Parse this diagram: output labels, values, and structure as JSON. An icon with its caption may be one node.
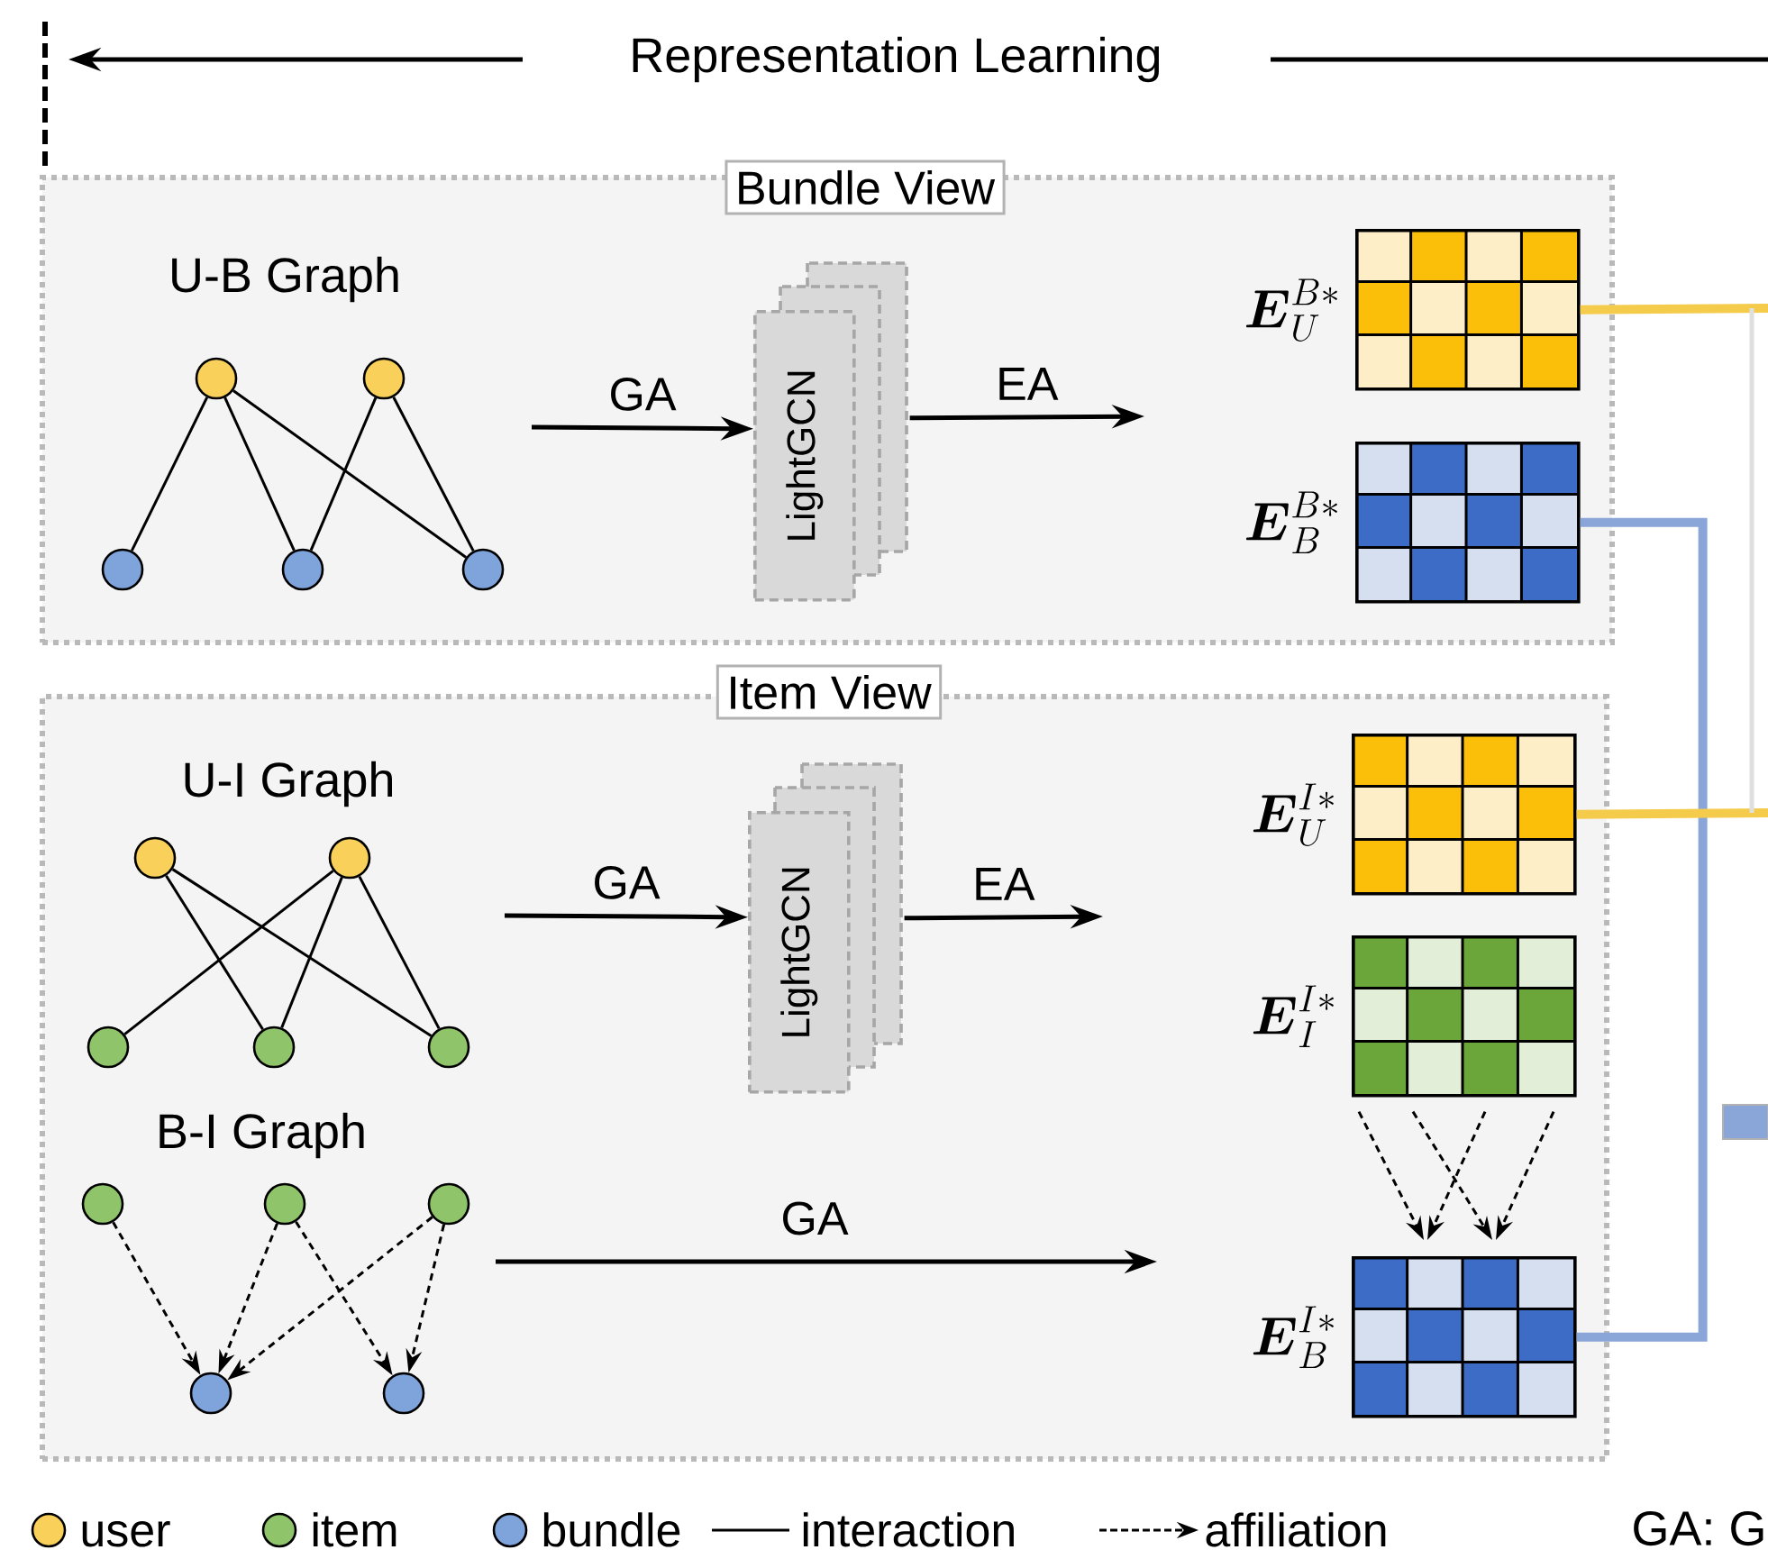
{
  "diagram": {
    "nodes": [
      {
        "text": [
          "Bundle View"
        ]
      },
      {
        "text": [],
        "shape": "circle",
        "in": 0
      },
      {
        "text": [],
        "shape": "circle",
        "in": 0
      },
      {
        "text": [],
        "shape": "circle",
        "in": 0
      },
      {
        "text": [],
        "shape": "circle",
        "in": 0
      },
      {
        "text": [],
        "shape": "circle",
        "in": 0
      },
      {
        "text": [
          "LightGCN"
        ],
        "in": 0
      },
      {
        "text": [],
        "shape": "box",
        "in": 0,
        "beside": [
          "\\boldsymbol{E}_{U}^{B*}"
        ]
      },
      {
        "text": [],
        "shape": "box",
        "in": 0,
        "beside": [
          "\\boldsymbol{E}_{B}^{B*}"
        ]
      },
      {
        "text": [
          "Item View"
        ]
      },
      {
        "text": [],
        "shape": "circle",
        "in": 9
      },
      {
        "text": [],
        "shape": "circle",
        "in": 9
      },
      {
        "text": [],
        "shape": "circle",
        "in": 9
      },
      {
        "text": [],
        "shape": "circle",
        "in": 9
      },
      {
        "text": [],
        "shape": "circle",
        "in": 9
      },
      {
        "text": [
          "LightGCN"
        ],
        "in": 9
      },
      {
        "text": [],
        "shape": "box",
        "in": 9,
        "beside": [
          "\\boldsymbol{E}_{U}^{I*}"
        ]
      },
      {
        "text": [],
        "shape": "box",
        "in": 9,
        "beside": [
          "\\boldsymbol{E}_{I}^{I*}"
        ]
      },
      {
        "text": [],
        "shape": "circle",
        "in": 9
      },
      {
        "text": [],
        "shape": "circle",
        "in": 9
      },
      {
        "text": [],
        "shape": "circle",
        "in": 9
      },
      {
        "text": [],
        "shape": "circle",
        "in": 9
      },
      {
        "text": [],
        "shape": "circle",
        "in": 9
      },
      {
        "text": [],
        "shape": "box",
        "in": 9,
        "beside": [
          "\\boldsymbol{E}_{B}^{I*}"
        ]
      }
    ],
    "edges": [
      {
        "from": 1,
        "to": 3,
        "arrow": "none"
      },
      {
        "from": 1,
        "to": 4,
        "arrow": "none"
      },
      {
        "from": 1,
        "to": 5,
        "arrow": "none"
      },
      {
        "from": 2,
        "to": 4,
        "arrow": "none"
      },
      {
        "from": 2,
        "to": 5,
        "arrow": "none"
      },
      {
        "from": null,
        "to": 6,
        "arrow": "to",
        "label": "GA"
      },
      {
        "from": 6,
        "to": null,
        "arrow": "to",
        "label": "EA"
      },
      {
        "from": 7,
        "to": null,
        "arrow": "none",
        "style": "thick",
        "color": "#f5cb4c"
      },
      {
        "from": 8,
        "to": 23,
        "arrow": "none",
        "style": "thick",
        "color": "#8aa5d8"
      },
      {
        "from": 10,
        "to": 13,
        "arrow": "none"
      },
      {
        "from": 10,
        "to": 14,
        "arrow": "none"
      },
      {
        "from": 11,
        "to": 12,
        "arrow": "none"
      },
      {
        "from": 11,
        "to": 13,
        "arrow": "none"
      },
      {
        "from": 11,
        "to": 14,
        "arrow": "none"
      },
      {
        "from": null,
        "to": 15,
        "arrow": "to",
        "label": "GA"
      },
      {
        "from": 15,
        "to": null,
        "arrow": "to",
        "label": "EA"
      },
      {
        "from": 16,
        "to": null,
        "arrow": "none",
        "style": "thick",
        "color": "#f5cb4c"
      },
      {
        "from": 18,
        "to": 21,
        "arrow": "to",
        "style": "dashed"
      },
      {
        "from": 19,
        "to": 21,
        "arrow": "to",
        "style": "dashed"
      },
      {
        "from": 19,
        "to": 22,
        "arrow": "to",
        "style": "dashed"
      },
      {
        "from": 20,
        "to": 21,
        "arrow": "to",
        "style": "dashed"
      },
      {
        "from": 20,
        "to": 22,
        "arrow": "to",
        "style": "dashed"
      },
      {
        "from": 17,
        "to": 23,
        "arrow": "to",
        "style": "dashed"
      },
      {
        "from": 17,
        "to": 23,
        "arrow": "to",
        "style": "dashed"
      },
      {
        "from": 17,
        "to": 23,
        "arrow": "to",
        "style": "dashed"
      },
      {
        "from": 17,
        "to": 23,
        "arrow": "to",
        "style": "dashed"
      }
    ],
    "labels": [
      "Representation Learning",
      "U-B Graph",
      "U-I Graph",
      "B-I Graph",
      "GA",
      "GA: G"
    ],
    "legend": [
      {
        "text": "user",
        "color": "#f9d05a"
      },
      {
        "text": "item",
        "color": "#8fc46a"
      },
      {
        "text": "bundle",
        "color": "#7fa3db"
      },
      {
        "text": "interaction"
      },
      {
        "text": "affiliation"
      }
    ]
  }
}
